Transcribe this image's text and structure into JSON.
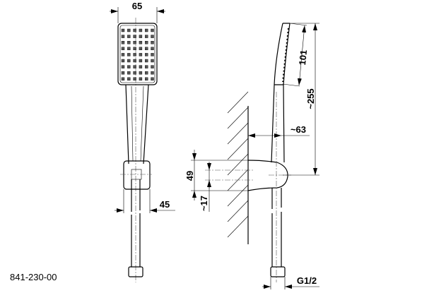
{
  "drawing": {
    "part_number": "841-230-00",
    "dimensions": {
      "head_width": "65",
      "head_length": "101",
      "total_length": "~255",
      "projection": "~63",
      "holder_height": "49",
      "holder_offset": "~17",
      "holder_width": "45",
      "thread": "G1/2"
    }
  }
}
